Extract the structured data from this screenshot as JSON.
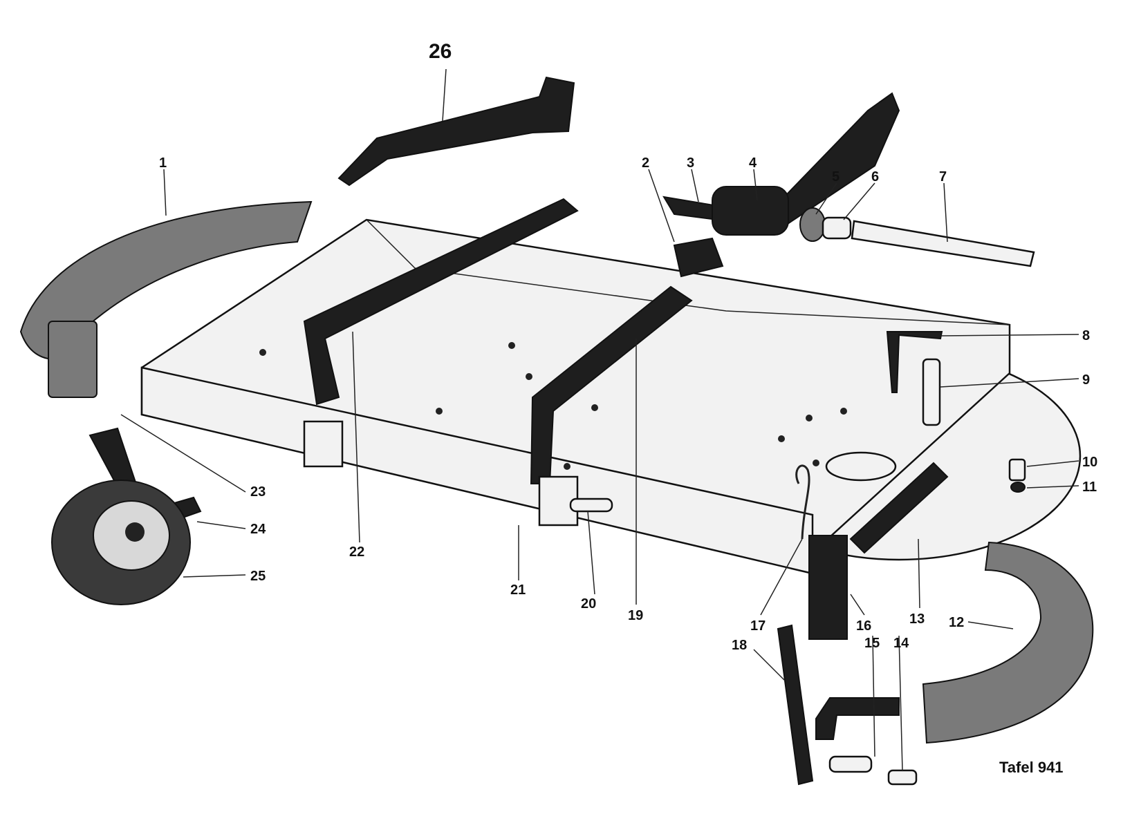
{
  "diagram": {
    "plate_label": "Tafel 941",
    "callouts": [
      {
        "id": "1",
        "text": "1"
      },
      {
        "id": "2",
        "text": "2"
      },
      {
        "id": "3",
        "text": "3"
      },
      {
        "id": "4",
        "text": "4"
      },
      {
        "id": "5",
        "text": "5"
      },
      {
        "id": "6",
        "text": "6"
      },
      {
        "id": "7",
        "text": "7"
      },
      {
        "id": "8",
        "text": "8"
      },
      {
        "id": "9",
        "text": "9"
      },
      {
        "id": "10",
        "text": "10"
      },
      {
        "id": "11",
        "text": "11"
      },
      {
        "id": "12",
        "text": "12"
      },
      {
        "id": "13",
        "text": "13"
      },
      {
        "id": "14",
        "text": "14"
      },
      {
        "id": "15",
        "text": "15"
      },
      {
        "id": "16",
        "text": "16"
      },
      {
        "id": "17",
        "text": "17"
      },
      {
        "id": "18",
        "text": "18"
      },
      {
        "id": "19",
        "text": "19"
      },
      {
        "id": "20",
        "text": "20"
      },
      {
        "id": "21",
        "text": "21"
      },
      {
        "id": "22",
        "text": "22"
      },
      {
        "id": "23",
        "text": "23"
      },
      {
        "id": "24",
        "text": "24"
      },
      {
        "id": "25",
        "text": "25"
      },
      {
        "id": "26",
        "text": "26"
      }
    ]
  }
}
